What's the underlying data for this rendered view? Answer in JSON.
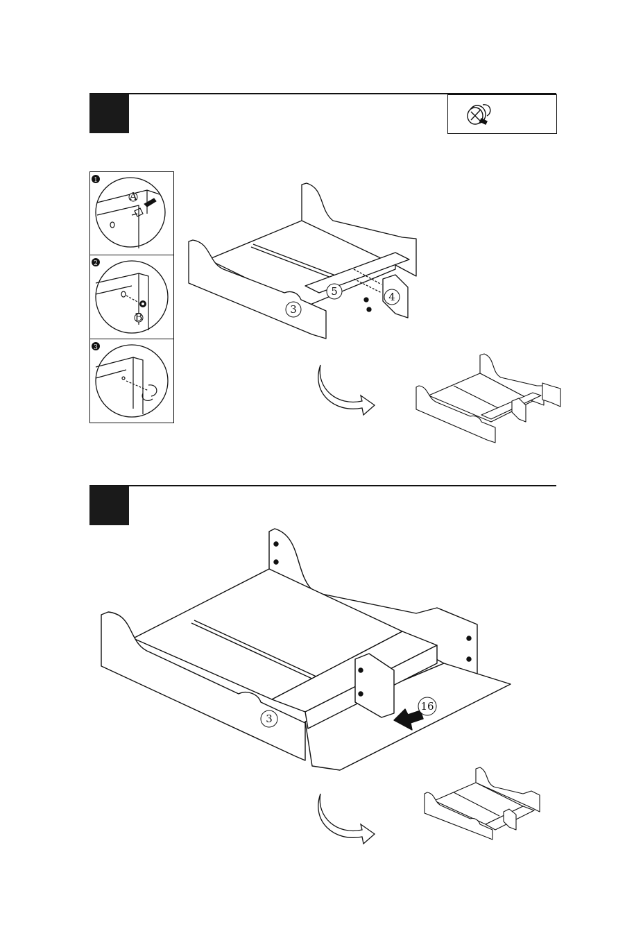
{
  "step1": {
    "number": "",
    "hardware_icon": "cam-lock-screw-icon",
    "detail_panels": [
      {
        "marker": "1",
        "label": "A"
      },
      {
        "marker": "2",
        "label": "B"
      },
      {
        "marker": "3",
        "label": ""
      }
    ],
    "parts": {
      "side_panel": "3",
      "divider": "5",
      "end_panel": "4"
    }
  },
  "step2": {
    "number": "",
    "parts": {
      "side_panel": "3",
      "bottom_board": "16"
    }
  }
}
